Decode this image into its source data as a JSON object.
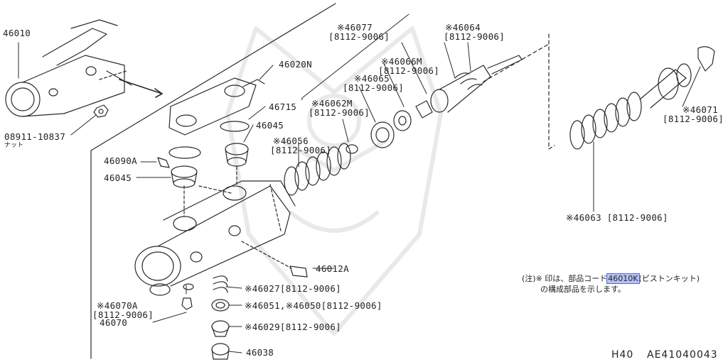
{
  "labels": {
    "p46010": "46010",
    "p08911": "08911-10837",
    "p08911_sub": "ナット",
    "p46020N": "46020N",
    "p46715": "46715",
    "p46045a": "46045",
    "p46090A": "46090A",
    "p46045b": "46045",
    "p46056": "※46056",
    "p46056_code": "[8112-9006]",
    "p46062M": "※46062M",
    "p46062M_code": "[8112-9006]",
    "p46065": "※46065",
    "p46065_code": "[8112-9006]",
    "p46066M": "※46066M",
    "p46066M_code": "[8112-9006]",
    "p46077": "※46077",
    "p46077_code": "[8112-9006]",
    "p46064": "※46064",
    "p46064_code": "[8112-9006]",
    "p46071": "※46071",
    "p46071_code": "[8112-9006]",
    "p46063": "※46063 [8112-9006]",
    "p46012A": "46012A",
    "p46027": "※46027[8112-9006]",
    "p46051": "※46051,※46050[8112-9006]",
    "p46029": "※46029[8112-9006]",
    "p46038": "46038",
    "p46070A": "※46070A",
    "p46070A_code": "[8112-9006]",
    "p46070": "46070"
  },
  "note": {
    "line1_prefix": "(注)※ 印は、部品コード",
    "line1_highlight": "46010K",
    "line1_suffix": "(ピストンキット)",
    "line2": "の構成部品を示します。"
  },
  "footer": {
    "model": "H40",
    "code": "AE41040043"
  }
}
